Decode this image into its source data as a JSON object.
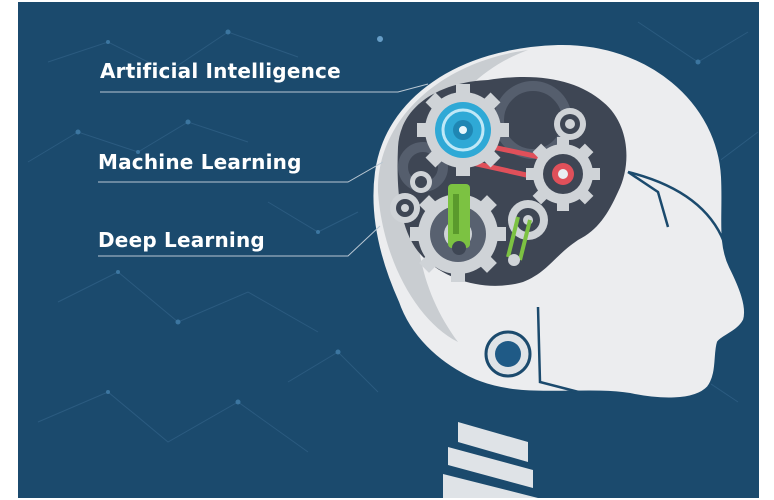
{
  "labels": {
    "ai": "Artificial Intelligence",
    "ml": "Machine Learning",
    "dl": "Deep Learning"
  },
  "colors": {
    "background": "#1b4a6d",
    "head": "#ecedef",
    "head_shadow": "#c9cdd1",
    "brain_cavity": "#3e4654",
    "gear_primary": "#2fa9d6",
    "gear_gray": "#cfd3d7",
    "belt_red": "#e0505a",
    "piston_green": "#7cc242"
  },
  "icons": [
    "robot-head-icon",
    "gear-icon",
    "neural-network-pattern"
  ]
}
